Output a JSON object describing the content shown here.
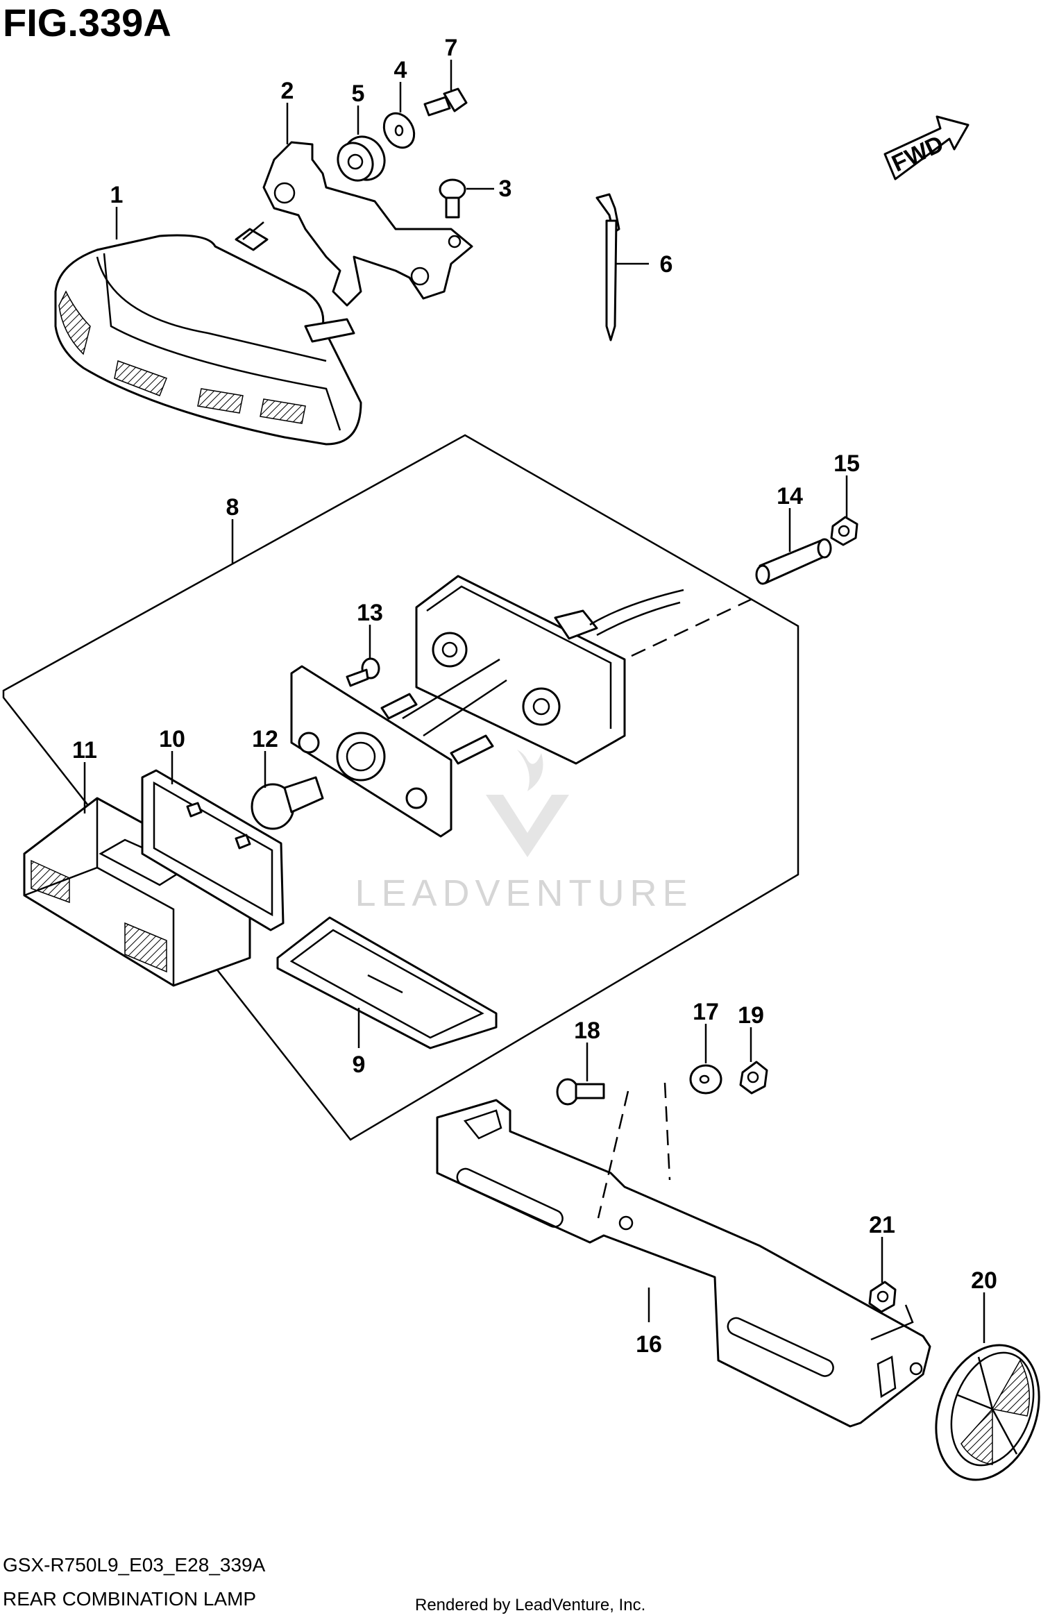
{
  "figure": {
    "title": "FIG.339A",
    "model_code": "GSX-R750L9_E03_E28_339A",
    "section_name": "REAR COMBINATION LAMP",
    "render_credit": "Rendered by LeadVenture, Inc.",
    "watermark_text": "LEADVENTURE",
    "direction_label": "FWD"
  },
  "callouts": [
    {
      "id": "c1",
      "label": "1"
    },
    {
      "id": "c2",
      "label": "2"
    },
    {
      "id": "c3",
      "label": "3"
    },
    {
      "id": "c4",
      "label": "4"
    },
    {
      "id": "c5",
      "label": "5"
    },
    {
      "id": "c6",
      "label": "6"
    },
    {
      "id": "c7",
      "label": "7"
    },
    {
      "id": "c8",
      "label": "8"
    },
    {
      "id": "c9",
      "label": "9"
    },
    {
      "id": "c10",
      "label": "10"
    },
    {
      "id": "c11",
      "label": "11"
    },
    {
      "id": "c12",
      "label": "12"
    },
    {
      "id": "c13",
      "label": "13"
    },
    {
      "id": "c14",
      "label": "14"
    },
    {
      "id": "c15",
      "label": "15"
    },
    {
      "id": "c16",
      "label": "16"
    },
    {
      "id": "c17",
      "label": "17"
    },
    {
      "id": "c18",
      "label": "18"
    },
    {
      "id": "c19",
      "label": "19"
    },
    {
      "id": "c20",
      "label": "20"
    },
    {
      "id": "c21",
      "label": "21"
    }
  ]
}
